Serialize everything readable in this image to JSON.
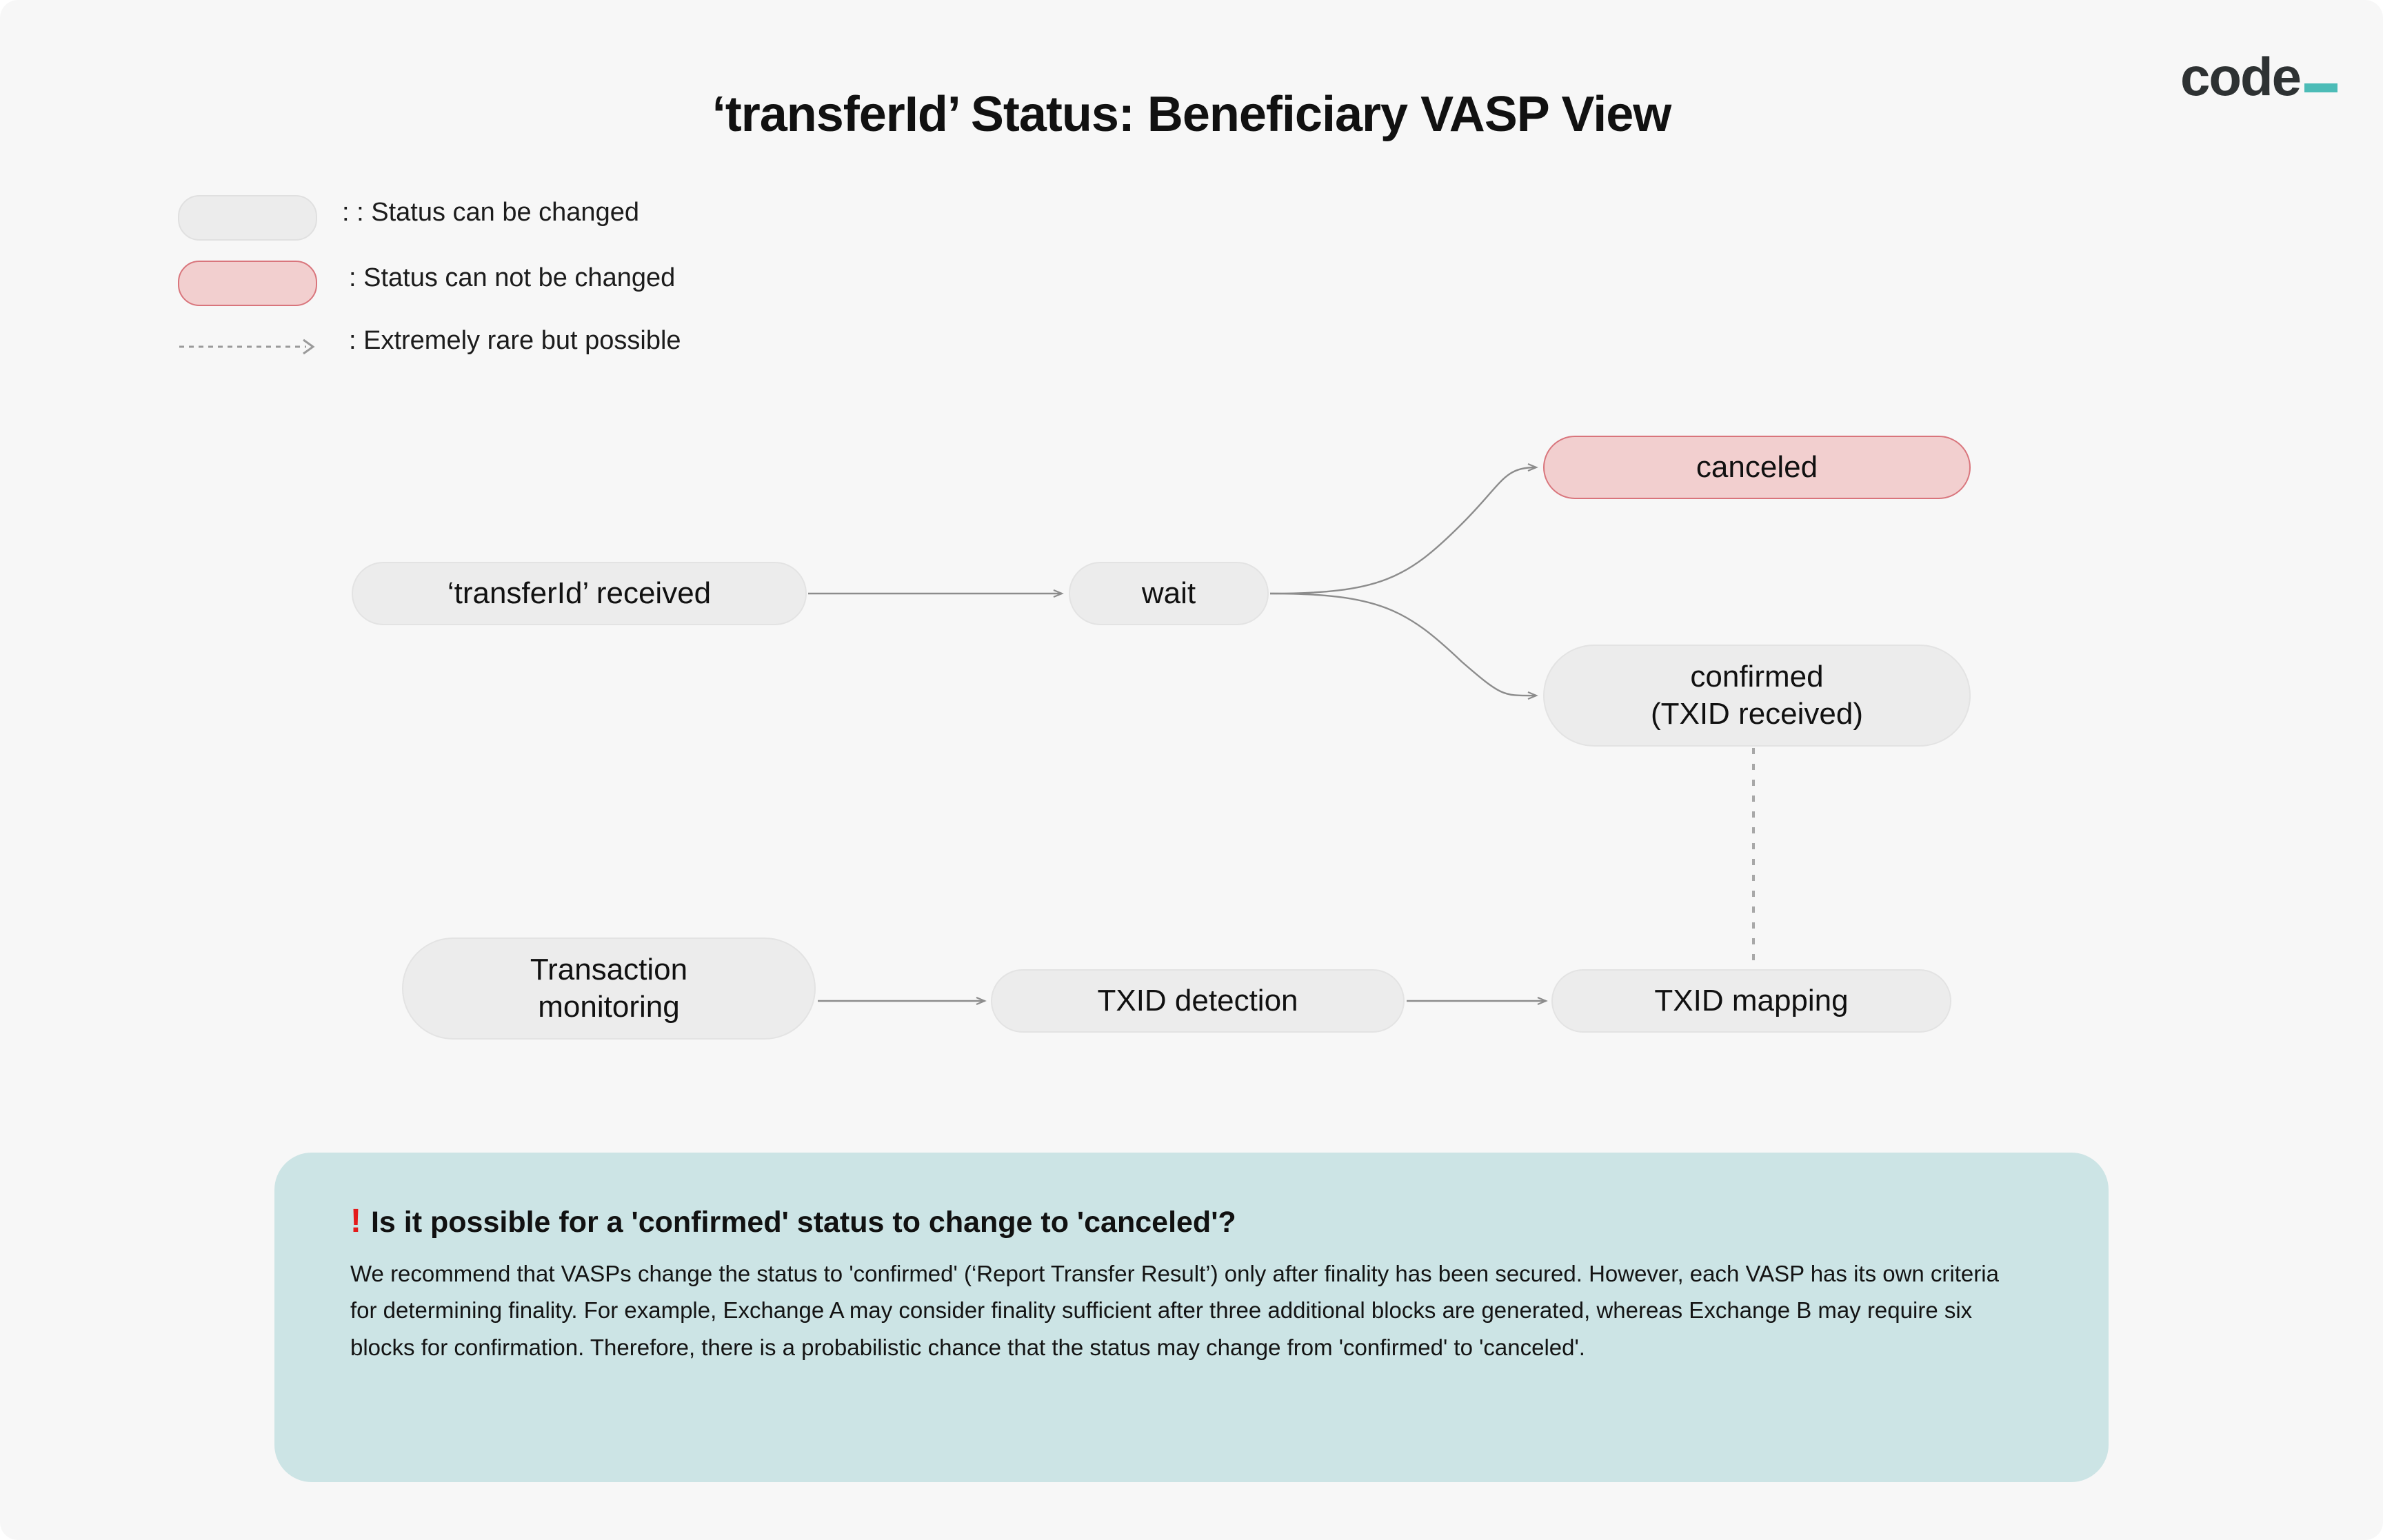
{
  "logo": {
    "word": "code",
    "underscore_color": "#4cbcb7"
  },
  "title": "‘transferId’ Status: Beneficiary VASP View",
  "legend": {
    "items": [
      {
        "swatch": "neutral-pill",
        "label": ": : Status can be changed"
      },
      {
        "swatch": "pink-pill",
        "label": ": Status can not be changed"
      },
      {
        "swatch": "dotted-arrow",
        "label": ": Extremely rare but possible"
      }
    ]
  },
  "flow": {
    "nodes": [
      {
        "id": "transferid-received",
        "label": "‘transferId’ received",
        "style": "neutral"
      },
      {
        "id": "wait",
        "label": "wait",
        "style": "neutral"
      },
      {
        "id": "canceled",
        "label": "canceled",
        "style": "pink"
      },
      {
        "id": "confirmed",
        "label": "confirmed\n(TXID  received)",
        "style": "neutral"
      },
      {
        "id": "transaction-monitoring",
        "label": "Transaction\nmonitoring",
        "style": "neutral"
      },
      {
        "id": "txid-detection",
        "label": "TXID detection",
        "style": "neutral"
      },
      {
        "id": "txid-mapping",
        "label": "TXID mapping",
        "style": "neutral"
      }
    ],
    "edges": [
      {
        "from": "transferid-received",
        "to": "wait",
        "style": "solid-arrow"
      },
      {
        "from": "wait",
        "to": "canceled",
        "style": "solid-arrow-curve"
      },
      {
        "from": "wait",
        "to": "confirmed",
        "style": "solid-arrow-curve"
      },
      {
        "from": "transaction-monitoring",
        "to": "txid-detection",
        "style": "solid-arrow"
      },
      {
        "from": "txid-detection",
        "to": "txid-mapping",
        "style": "solid-arrow"
      },
      {
        "from": "confirmed",
        "to": "txid-mapping",
        "style": "dotted"
      }
    ]
  },
  "info_box": {
    "bang": "!",
    "heading": "Is it possible for a 'confirmed' status to change to 'canceled'?",
    "body": "We recommend that VASPs change the status to 'confirmed' (‘Report Transfer Result’) only after finality has been secured.\nHowever, each VASP has its own criteria for determining finality. For example, Exchange A may consider finality sufficient after three additional blocks are generated, whereas Exchange B may require six blocks for confirmation. Therefore, there is a probabilistic chance that the status may change from 'confirmed' to 'canceled'.",
    "background_color": "#cce4e5",
    "bang_color": "#e41b1b"
  },
  "colors": {
    "page_background": "#f7f7f7",
    "node_fill": "#ececec",
    "node_border": "#e3e3e3",
    "node_pink_fill": "#f2cfcf",
    "node_pink_border": "#d9757c",
    "edge": "#8c8c8c"
  }
}
